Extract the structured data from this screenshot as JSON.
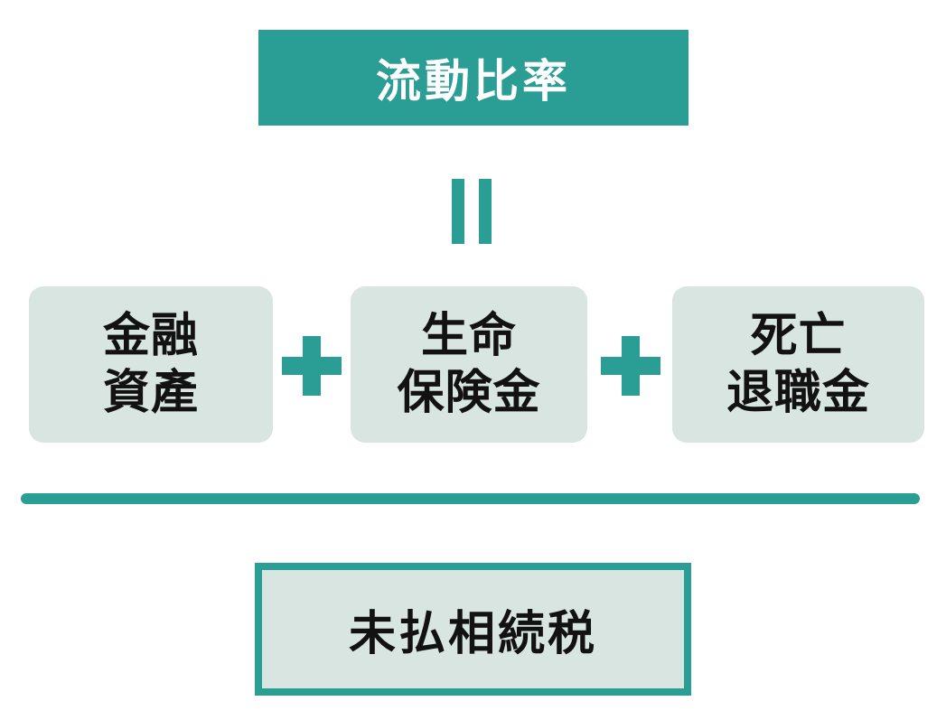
{
  "colors": {
    "accent_teal": "#2A9D95",
    "term_box_fill": "#D8E5E1",
    "text_dark": "#121212",
    "text_on_teal": "#FFFFFF",
    "background": "#FFFFFF"
  },
  "formula": {
    "result_label": "流動比率",
    "equals_symbol": "=",
    "plus_symbol": "+",
    "numerator_terms": [
      {
        "lines": [
          "金融",
          "資產"
        ],
        "label": "金融資產"
      },
      {
        "lines": [
          "生命",
          "保険金"
        ],
        "label": "生命保険金"
      },
      {
        "lines": [
          "死亡",
          "退職金"
        ],
        "label": "死亡退職金"
      }
    ],
    "denominator": {
      "label": "未払相続税"
    }
  }
}
